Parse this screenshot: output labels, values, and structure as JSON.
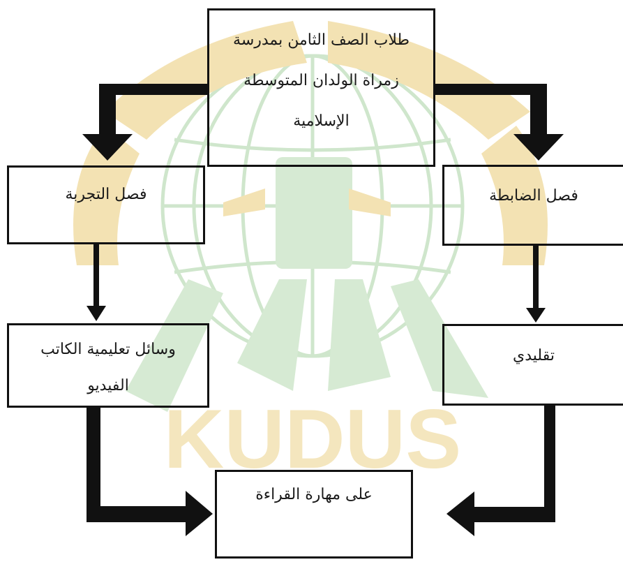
{
  "diagram": {
    "top_box": {
      "line1": "طلاب الصف الثامن بمدرسة",
      "line2": "زمراة الولدان المتوسطة",
      "line3": "الإسلامية"
    },
    "experimental_box": {
      "label": "فصل التجربة"
    },
    "control_box": {
      "label": "فصل الضابطة"
    },
    "video_box": {
      "line1": "وسائل تعليمية الكاتب",
      "line2": "الفيديو"
    },
    "traditional_box": {
      "label": "تقليدي"
    },
    "outcome_box": {
      "label": "على مهارة القراءة"
    },
    "watermark": {
      "text": "KUDUS",
      "colors": {
        "green": "#cfe6cc",
        "gold": "#f3e2b3"
      }
    },
    "colors": {
      "border": "#111111",
      "arrow": "#111111",
      "text": "#1a1a1a"
    }
  }
}
